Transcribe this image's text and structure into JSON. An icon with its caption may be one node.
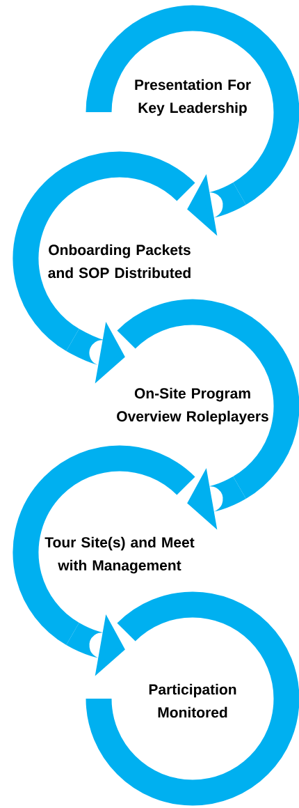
{
  "diagram": {
    "nodes": [
      {
        "text": [
          "Presentation For Key Leadership"
        ]
      },
      {
        "text": [
          "Onboarding Packets and SOP Distributed"
        ]
      },
      {
        "text": [
          "On-Site Program Overview Roleplayers"
        ]
      },
      {
        "text": [
          "Tour Site(s) and Meet with Management"
        ]
      },
      {
        "text": [
          "Participation Monitored"
        ]
      }
    ],
    "edges": [
      {
        "from": 0,
        "to": 1,
        "arrow": "to"
      },
      {
        "from": 1,
        "to": 2,
        "arrow": "to"
      },
      {
        "from": 2,
        "to": 3,
        "arrow": "to"
      },
      {
        "from": 3,
        "to": 4,
        "arrow": "to"
      }
    ]
  }
}
